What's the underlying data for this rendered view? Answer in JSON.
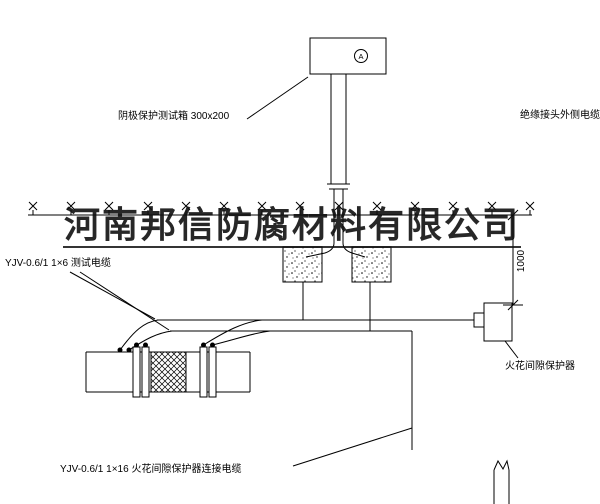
{
  "colors": {
    "ink": "#000000",
    "paper": "#ffffff",
    "watermark": "#101010"
  },
  "watermark": {
    "text": "河南邦信防腐材料有限公司"
  },
  "labels": {
    "test_box": "阴极保护测试箱 300x200",
    "outside_cable": "绝缘接头外侧电缆",
    "test_cable": "YJV-0.6/1 1×6  测试电缆",
    "connect_cable": "YJV-0.6/1 1×16  火花间隙保护器连接电缆",
    "spark_gap": "火花间隙保护器",
    "dimension": "1000",
    "meter": "A"
  }
}
